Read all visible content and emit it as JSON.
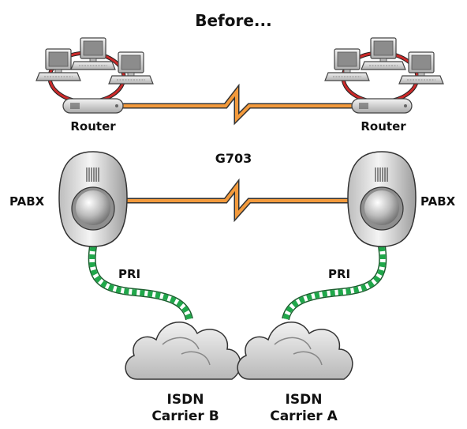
{
  "title": "Before...",
  "labels": {
    "router_left": "Router",
    "router_right": "Router",
    "g703": "G703",
    "pabx_left": "PABX",
    "pabx_right": "PABX",
    "pri_left": "PRI",
    "pri_right": "PRI",
    "carrier_b_line1": "ISDN",
    "carrier_b_line2": "Carrier B",
    "carrier_a_line1": "ISDN",
    "carrier_a_line2": "Carrier A"
  },
  "colors": {
    "wan_link": "#f39a3c",
    "lan_ring": "#cc2a2a",
    "pri_link": "#1fa84a",
    "device_grey": "#b9b9b9"
  }
}
